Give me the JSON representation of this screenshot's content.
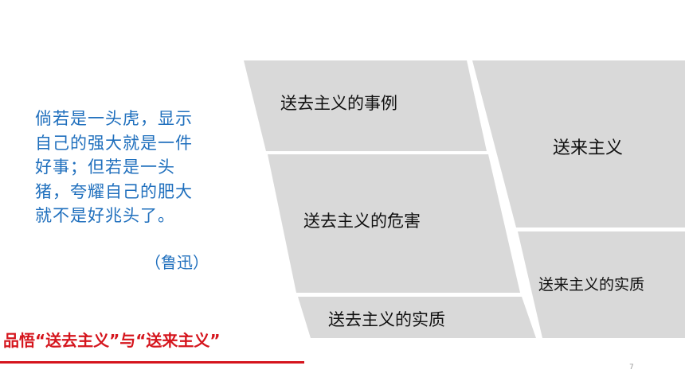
{
  "quote": {
    "lines": [
      "倘若是一头虎，显示",
      "自己的强大就是一件",
      "好事；但若是一头",
      "猪，夸耀自己的肥大",
      "就不是好兆头了。"
    ],
    "author": "（鲁迅）"
  },
  "diagram": {
    "left_items": [
      "送去主义的事例",
      "送去主义的危害",
      "送去主义的实质"
    ],
    "right_items": [
      "送来主义",
      "送来主义的实质"
    ]
  },
  "title": "品悟“送去主义”与“送来主义”",
  "page_number": "7",
  "colors": {
    "quote_text": "#1f6fbd",
    "title": "#d5151d",
    "panel_fill": "#d9d9d9",
    "panel_gap": "#ffffff"
  }
}
